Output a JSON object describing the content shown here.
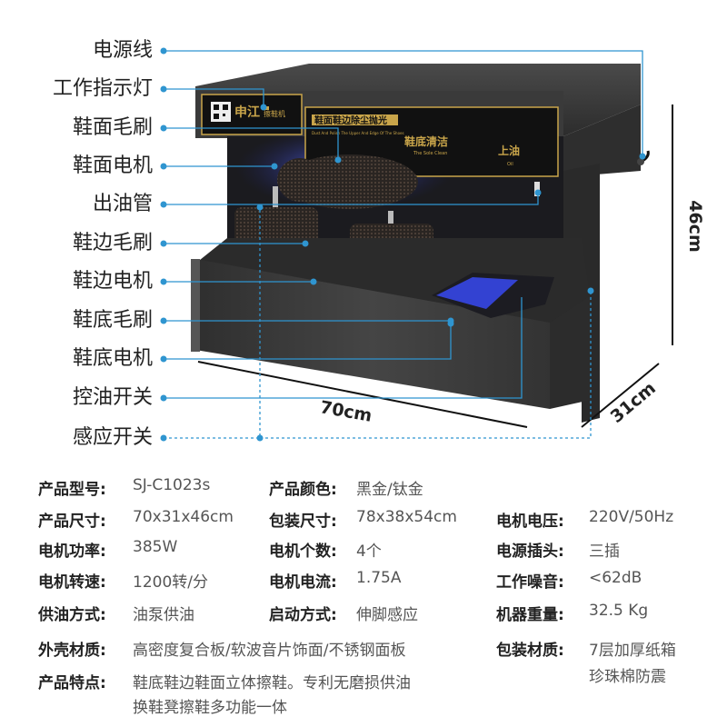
{
  "callouts": [
    "电源线",
    "工作指示灯",
    "鞋面毛刷",
    "鞋面电机",
    "出油管",
    "鞋边毛刷",
    "鞋边电机",
    "鞋底毛刷",
    "鞋底电机",
    "控油开关",
    "感应开关"
  ],
  "dimensions": {
    "width": "70cm",
    "depth": "31cm",
    "height": "46cm"
  },
  "machine_panel": {
    "brand": "申江",
    "brand_sub": "擦鞋机",
    "main_text": "鞋面鞋边除尘抛光",
    "main_sub": "Dust And Polish The Upper And Edge Of The Shoes",
    "clean_text": "鞋底清洁",
    "clean_sub": "The Sole Clean",
    "oil_text": "上油",
    "oil_sub": "Oil"
  },
  "specs": {
    "model": {
      "label": "产品型号:",
      "value": "SJ-C1023s"
    },
    "color": {
      "label": "产品颜色:",
      "value": "黑金/钛金"
    },
    "size": {
      "label": "产品尺寸:",
      "value": "70x31x46cm"
    },
    "pack_size": {
      "label": "包装尺寸:",
      "value": "78x38x54cm"
    },
    "voltage": {
      "label": "电机电压:",
      "value": "220V/50Hz"
    },
    "power": {
      "label": "电机功率:",
      "value": "385W"
    },
    "motors": {
      "label": "电机个数:",
      "value": "4个"
    },
    "plug": {
      "label": "电源插头:",
      "value": "三插"
    },
    "speed": {
      "label": "电机转速:",
      "value": "1200转/分"
    },
    "current": {
      "label": "电机电流:",
      "value": "1.75A"
    },
    "noise": {
      "label": "工作噪音:",
      "value": "<62dB"
    },
    "oil_supply": {
      "label": "供油方式:",
      "value": "油泵供油"
    },
    "start": {
      "label": "启动方式:",
      "value": "伸脚感应"
    },
    "weight": {
      "label": "机器重量:",
      "value": "32.5 Kg"
    },
    "shell": {
      "label": "外壳材质:",
      "value": "高密度复合板/软波音片饰面/不锈钢面板"
    },
    "pack_material": {
      "label": "包装材质:",
      "value_1": "7层加厚纸箱",
      "value_2": "珍珠棉防震"
    },
    "features": {
      "label": "产品特点:",
      "value_1": "鞋底鞋边鞋面立体擦鞋。专利无磨损供油",
      "value_2": "换鞋凳擦鞋多功能一体"
    }
  },
  "colors": {
    "accent": "#2f95d0",
    "panel_gold": "#c9a54a",
    "body": "#3c3c3c",
    "brush_light": "#3a4cff"
  }
}
